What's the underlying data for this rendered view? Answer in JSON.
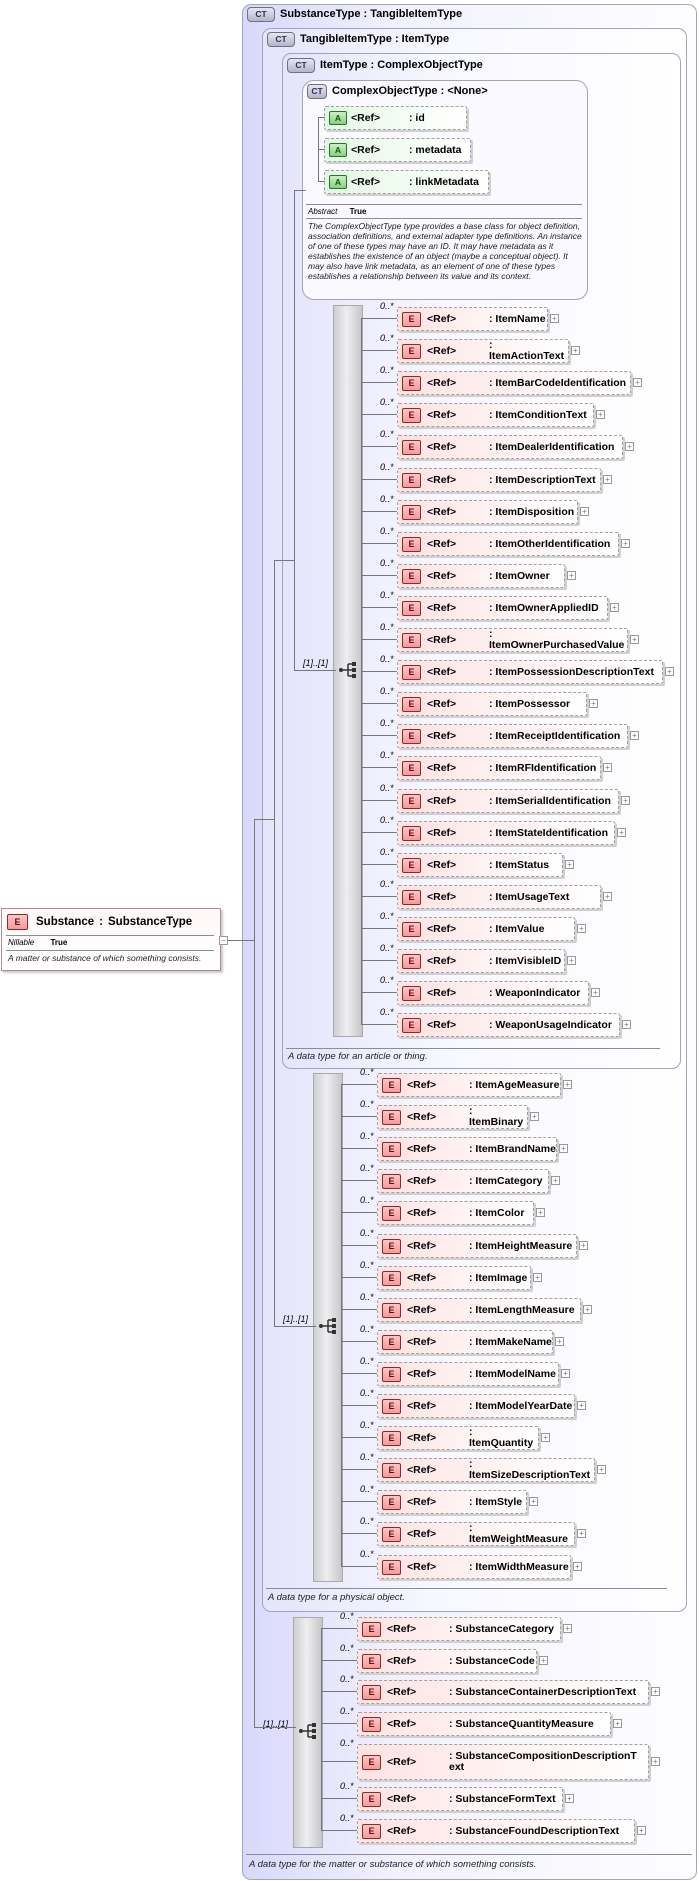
{
  "diagram": {
    "badges": {
      "complex_type": "CT",
      "element": "E",
      "attribute": "A"
    },
    "root": {
      "name": "Substance",
      "type": "SubstanceType",
      "nillable_label": "Nillable",
      "nillable_value": "True",
      "description": "A matter or substance of which something consists."
    },
    "substance_type": {
      "title": "SubstanceType : TangibleItemType",
      "footer": "A data type for the matter or substance of which something consists."
    },
    "tangible_item_type": {
      "title": "TangibleItemType : ItemType",
      "footer": "A data type for a physical object."
    },
    "item_type": {
      "title": "ItemType : ComplexObjectType",
      "footer": "A data type for an article or thing."
    },
    "complex_object_type": {
      "title": "ComplexObjectType : <None>",
      "attributes": [
        {
          "ref": "<Ref>",
          "name": ": id"
        },
        {
          "ref": "<Ref>",
          "name": ": metadata"
        },
        {
          "ref": "<Ref>",
          "name": ": linkMetadata"
        }
      ],
      "abstract_label": "Abstract",
      "abstract_value": "True",
      "description": "The ComplexObjectType type provides a base class for object definition, association definitions, and external adapter type definitions. An instance of one of these types may have an ID. It may have metadata as it establishes the existence of an object (maybe a conceptual object). It may also have link metadata, as an element of one of these types establishes a relationship between its value and its context."
    },
    "sequence_range": "[1]..[1]",
    "multiplicity": "0..*",
    "ref_label": "<Ref>",
    "item_elements": [
      ": ItemName",
      ": ItemActionText",
      ": ItemBarCodeIdentification",
      ": ItemConditionText",
      ": ItemDealerIdentification",
      ": ItemDescriptionText",
      ": ItemDisposition",
      ": ItemOtherIdentification",
      ": ItemOwner",
      ": ItemOwnerAppliedID",
      ": ItemOwnerPurchasedValue",
      ": ItemPossessionDescriptionText",
      ": ItemPossessor",
      ": ItemReceiptIdentification",
      ": ItemRFIdentification",
      ": ItemSerialIdentification",
      ": ItemStateIdentification",
      ": ItemStatus",
      ": ItemUsageText",
      ": ItemValue",
      ": ItemVisibleID",
      ": WeaponIndicator",
      ": WeaponUsageIndicator"
    ],
    "tangible_elements": [
      ": ItemAgeMeasure",
      ": ItemBinary",
      ": ItemBrandName",
      ": ItemCategory",
      ": ItemColor",
      ": ItemHeightMeasure",
      ": ItemImage",
      ": ItemLengthMeasure",
      ": ItemMakeName",
      ": ItemModelName",
      ": ItemModelYearDate",
      ": ItemQuantity",
      ": ItemSizeDescriptionText",
      ": ItemStyle",
      ": ItemWeightMeasure",
      ": ItemWidthMeasure"
    ],
    "substance_elements": [
      ": SubstanceCategory",
      ": SubstanceCode",
      ": SubstanceContainerDescriptionText",
      ": SubstanceQuantityMeasure",
      ": SubstanceCompositionDescriptionText",
      ": SubstanceFormText",
      ": SubstanceFoundDescriptionText"
    ],
    "expand_symbol": "+",
    "collapse_symbol": "−"
  }
}
